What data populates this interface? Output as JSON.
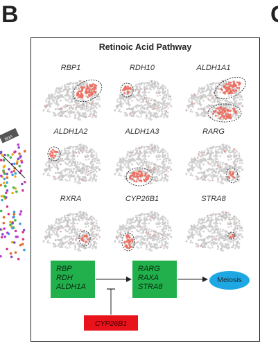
{
  "panel_label": "B",
  "next_panel_label": "C",
  "title": "Retinoic Acid Pathway",
  "left_cut_label": "tion",
  "genes": [
    "RBP1",
    "RDH10",
    "ALDH1A1",
    "ALDH1A2",
    "ALDH1A3",
    "RARG",
    "RXRA",
    "CYP26B1",
    "STRA8"
  ],
  "pathway": {
    "box1": [
      "RBP",
      "RDH",
      "ALDH1A"
    ],
    "box2": [
      "RARG",
      "RAXA",
      "STRA8"
    ],
    "inhibitor": "CYP26B1",
    "outcome": "Meiosis"
  },
  "colors": {
    "green_box": "#21b04b",
    "red_box": "#e8131b",
    "blue_oval": "#1ea8e3",
    "expression": "#ec6b5e",
    "background_cells": "#c9c9c9"
  }
}
